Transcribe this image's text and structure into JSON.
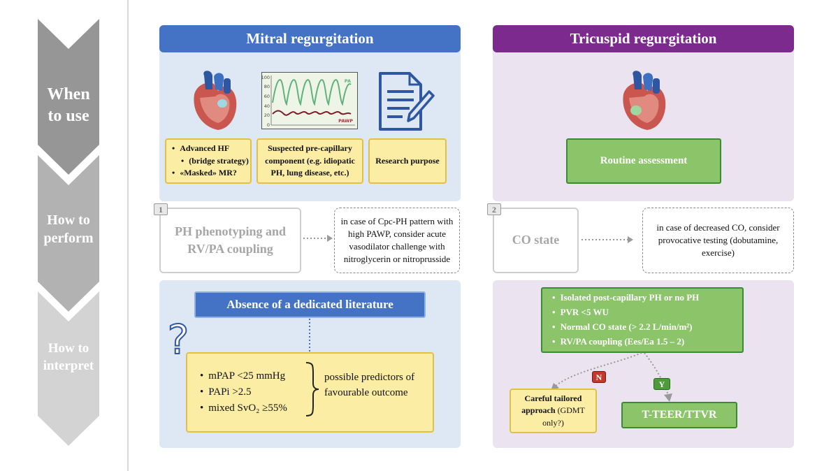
{
  "steps": [
    {
      "label": "When\nto use"
    },
    {
      "label": "How to\nperform"
    },
    {
      "label": "How to\ninterpret"
    }
  ],
  "mitral": {
    "title": "Mitral regurgitation",
    "chart_axis_ticks": [
      "100",
      "80",
      "60",
      "40",
      "20",
      "0"
    ],
    "chart_pa_label": "PA",
    "chart_pawp_label": "PAWP",
    "indication_1_line_1": "Advanced HF",
    "indication_1_line_2": "(bridge strategy)",
    "indication_1_line_3": "«Masked» MR?",
    "indication_2": "Suspected pre-capillary component (e.g. idiopatic PH, lung disease, etc.)",
    "indication_3": "Research purpose",
    "step_number": "1",
    "perform_label": "PH phenotyping and RV/PA coupling",
    "perform_note": "in case of Cpc-PH pattern with high PAWP, consider acute vasodilator challenge with nitroglycerin or nitroprusside",
    "literature_label": "Absence of a dedicated literature",
    "question_mark": "?",
    "predictors": [
      "mPAP <25 mmHg",
      "PAPi >2.5",
      "mixed SvO₂ ≥55%"
    ],
    "predictors_note": "possible predictors of favourable outcome"
  },
  "tricuspid": {
    "title": "Tricuspid regurgitation",
    "indication": "Routine assessment",
    "step_number": "2",
    "perform_label": "CO state",
    "perform_note": "in case of decreased CO, consider provocative testing (dobutamine, exercise)",
    "criteria": [
      "Isolated post-capillary PH or no PH",
      "PVR <5 WU",
      "Normal CO state (> 2.2 L/min/m²)",
      "RV/PA coupling (Ees/Ea 1.5 – 2)"
    ],
    "no_tag": "N",
    "yes_tag": "Y",
    "no_outcome_bold": "Careful tailored approach",
    "no_outcome_rest": " (GDMT only?)",
    "yes_outcome": "T-TEER/TTVR"
  },
  "colors": {
    "mitral_header": "#4472c4",
    "tricuspid_header": "#7c2a8e",
    "blue_panel": "#dde8f4",
    "purple_panel": "#ebe4f0",
    "yellow_box": "#fbeda4",
    "green_box": "#8cc46a",
    "no_tag": "#c0392b",
    "yes_tag": "#4f9a3b"
  },
  "icons": [
    "heart-icon",
    "pressure-chart-icon",
    "document-pen-icon",
    "question-mark-icon"
  ]
}
